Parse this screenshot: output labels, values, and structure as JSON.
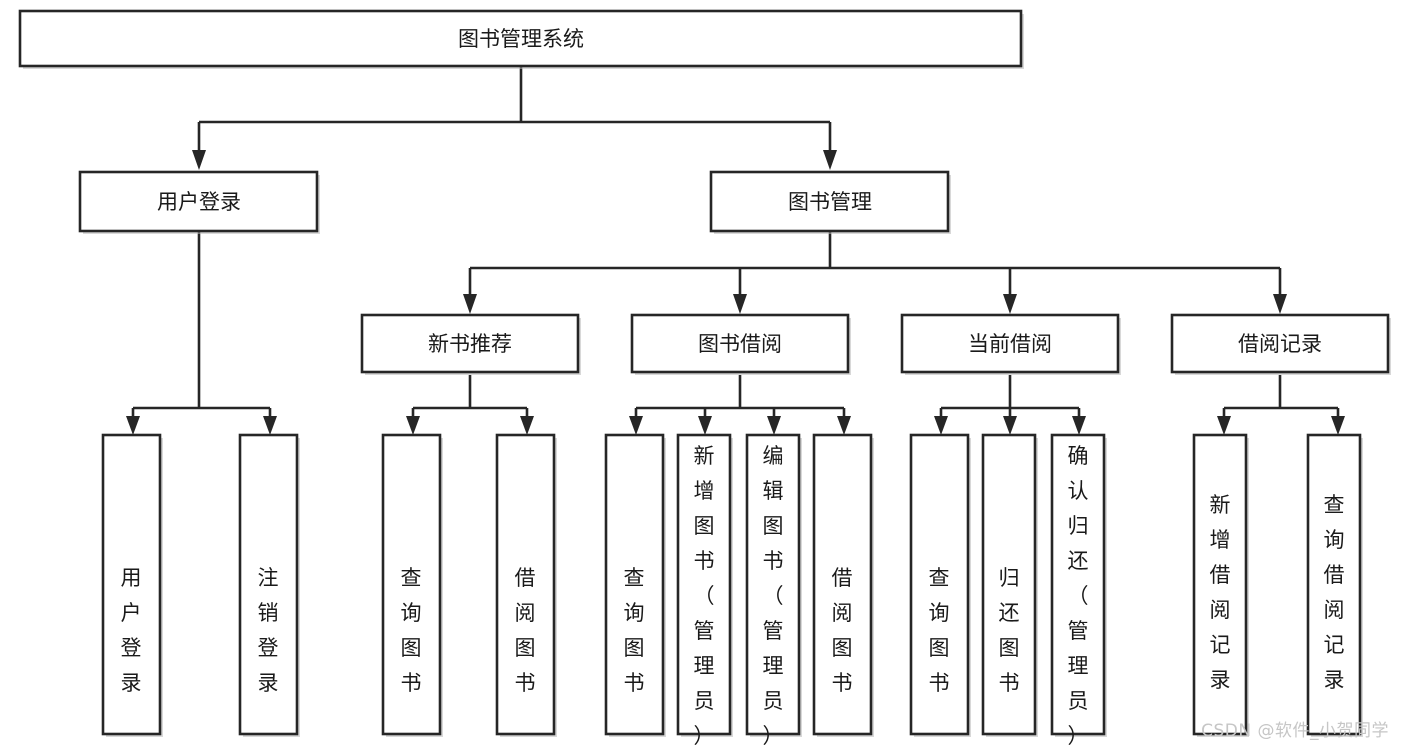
{
  "diagram": {
    "title": "图书管理系统",
    "type": "tree-hierarchy-flowchart",
    "colors": {
      "box_stroke": "#262626",
      "box_fill": "#ffffff",
      "text": "#1a1a1a",
      "background": "#ffffff",
      "watermark": "#c6c6c6"
    },
    "root": {
      "label": "图书管理系统"
    },
    "level2": [
      {
        "label": "用户登录"
      },
      {
        "label": "图书管理"
      }
    ],
    "level3": [
      {
        "label": "新书推荐"
      },
      {
        "label": "图书借阅"
      },
      {
        "label": "当前借阅"
      },
      {
        "label": "借阅记录"
      }
    ],
    "leaves": {
      "user_login": [
        {
          "label": "用户登录"
        },
        {
          "label": "注销登录"
        }
      ],
      "new_book_recommend": [
        {
          "label": "查询图书"
        },
        {
          "label": "借阅图书"
        }
      ],
      "book_borrow": [
        {
          "label": "查询图书"
        },
        {
          "label": "新增图书（管理员）"
        },
        {
          "label": "编辑图书（管理员）"
        },
        {
          "label": "借阅图书"
        }
      ],
      "current_borrow": [
        {
          "label": "查询图书"
        },
        {
          "label": "归还图书"
        },
        {
          "label": "确认归还（管理员）"
        }
      ],
      "borrow_record": [
        {
          "label": "新增借阅记录"
        },
        {
          "label": "查询借阅记录"
        }
      ]
    }
  },
  "watermark": {
    "text": "CSDN @软件_小贺同学"
  }
}
